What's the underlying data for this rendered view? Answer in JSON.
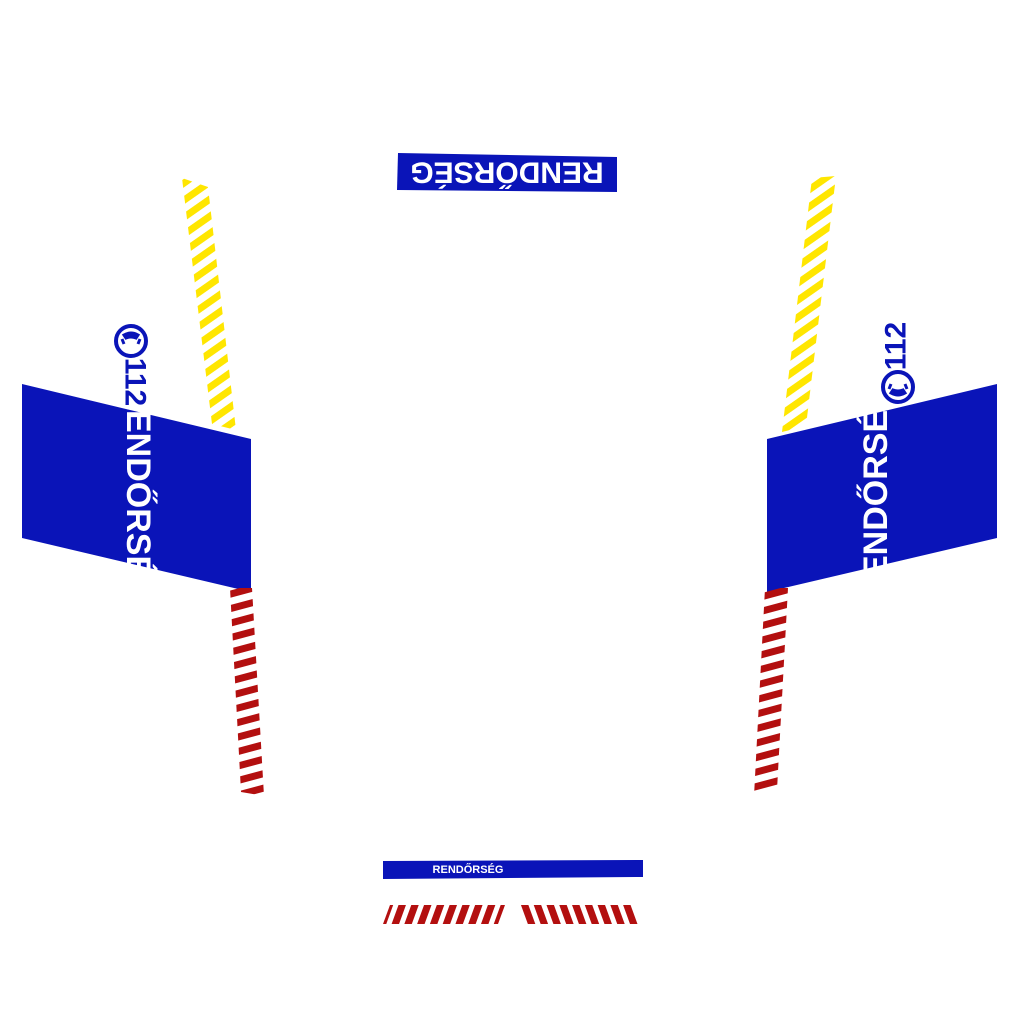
{
  "livery": {
    "top_panel_text": "RENDŐRSÉG",
    "left_panel_text": "RENDŐRSÉG",
    "right_panel_text": "RENDŐRSÉG",
    "bottom_panel_text": "RENDŐRSÉG",
    "left_phone_number": "112",
    "right_phone_number": "112",
    "phone_icon": "phone-icon"
  },
  "colors": {
    "blue": "#0a14b8",
    "yellow": "#ffe600",
    "red": "#b30f0f",
    "background": "#ffffff"
  }
}
